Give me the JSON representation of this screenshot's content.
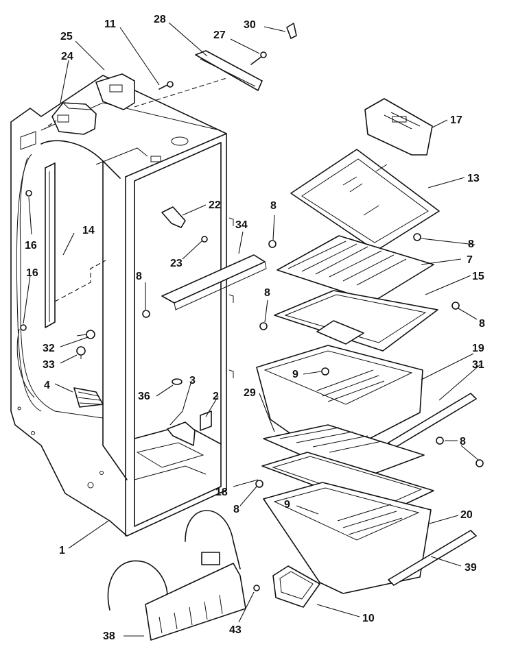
{
  "callouts": [
    {
      "key": "n30",
      "text": "30"
    },
    {
      "key": "n28",
      "text": "28"
    },
    {
      "key": "n11",
      "text": "11"
    },
    {
      "key": "n25",
      "text": "25"
    },
    {
      "key": "n27",
      "text": "27"
    },
    {
      "key": "n24",
      "text": "24"
    },
    {
      "key": "n17",
      "text": "17"
    },
    {
      "key": "n13",
      "text": "13"
    },
    {
      "key": "n22",
      "text": "22"
    },
    {
      "key": "n34",
      "text": "34"
    },
    {
      "key": "n8a",
      "text": "8"
    },
    {
      "key": "n8b",
      "text": "8"
    },
    {
      "key": "n16a",
      "text": "16"
    },
    {
      "key": "n14",
      "text": "14"
    },
    {
      "key": "n23",
      "text": "23"
    },
    {
      "key": "n7",
      "text": "7"
    },
    {
      "key": "n16b",
      "text": "16"
    },
    {
      "key": "n8c",
      "text": "8"
    },
    {
      "key": "n15",
      "text": "15"
    },
    {
      "key": "n8d",
      "text": "8"
    },
    {
      "key": "n8e",
      "text": "8"
    },
    {
      "key": "n32",
      "text": "32"
    },
    {
      "key": "n33",
      "text": "33"
    },
    {
      "key": "n9a",
      "text": "9"
    },
    {
      "key": "n19",
      "text": "19"
    },
    {
      "key": "n31",
      "text": "31"
    },
    {
      "key": "n4",
      "text": "4"
    },
    {
      "key": "n3",
      "text": "3"
    },
    {
      "key": "n36",
      "text": "36"
    },
    {
      "key": "n2",
      "text": "2"
    },
    {
      "key": "n29",
      "text": "29"
    },
    {
      "key": "n8f",
      "text": "8"
    },
    {
      "key": "n18",
      "text": "18"
    },
    {
      "key": "n8g",
      "text": "8"
    },
    {
      "key": "n9b",
      "text": "9"
    },
    {
      "key": "n20",
      "text": "20"
    },
    {
      "key": "n1",
      "text": "1"
    },
    {
      "key": "n39",
      "text": "39"
    },
    {
      "key": "n10",
      "text": "10"
    },
    {
      "key": "n38",
      "text": "38"
    },
    {
      "key": "n43",
      "text": "43"
    }
  ]
}
